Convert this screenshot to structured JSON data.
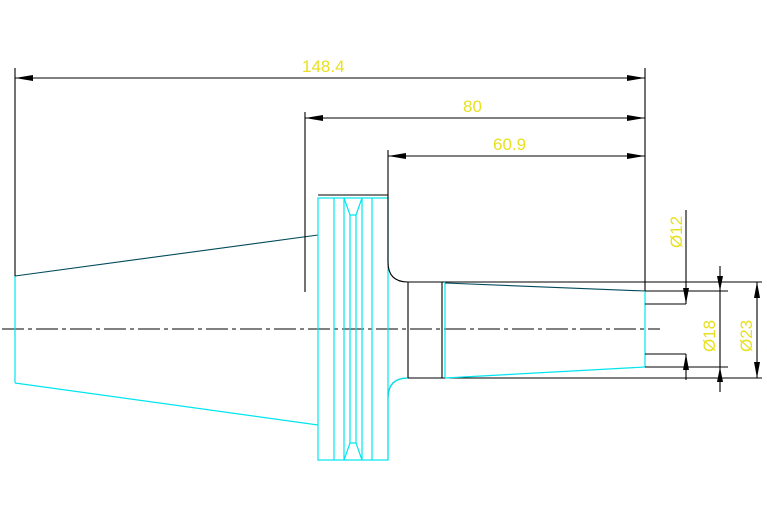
{
  "drawing": {
    "dimensions": {
      "overall_length": "148.4",
      "flange_to_end": "80",
      "shoulder_to_end": "60.9",
      "bore_diameter": "Ø12",
      "small_diameter": "Ø18",
      "large_diameter": "Ø23"
    },
    "colors": {
      "outline": "#00e5ef",
      "dimension_text": "#e8e020",
      "lines": "#000000"
    }
  }
}
